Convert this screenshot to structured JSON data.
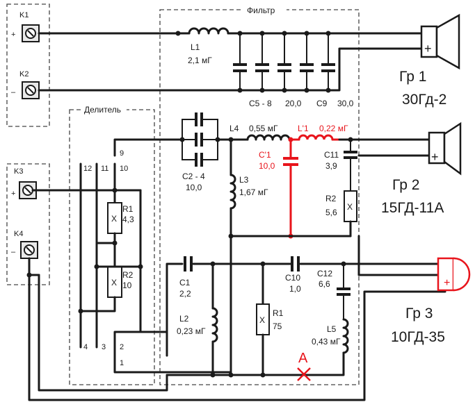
{
  "filter_label": "Фильтр",
  "divider_label": "Делитель",
  "terminals": {
    "k1": "K1",
    "k2": "K2",
    "k3": "K3",
    "k4": "K4",
    "plus": "+",
    "minus": "–"
  },
  "components": {
    "L1": {
      "name": "L1",
      "value": "2,1 мГ"
    },
    "C5_8": {
      "name": "C5 - 8",
      "value": "20,0"
    },
    "C9": {
      "name": "C9",
      "value": "30,0"
    },
    "C2_4": {
      "name": "C2 - 4",
      "value": "10,0"
    },
    "L4": {
      "name": "L4",
      "value": "0,55 мГ"
    },
    "L1p": {
      "name": "L'1",
      "value": "0,22 мГ"
    },
    "C1p": {
      "name": "C'1",
      "value": "10,0"
    },
    "C11": {
      "name": "C11",
      "value": "3,9"
    },
    "L3": {
      "name": "L3",
      "value": "1,67 мГ"
    },
    "R2f": {
      "name": "R2",
      "value": "5,6"
    },
    "R1d": {
      "name": "R1",
      "value": "4,3"
    },
    "R2d": {
      "name": "R2",
      "value": "10"
    },
    "C1": {
      "name": "C1",
      "value": "2,2"
    },
    "C10": {
      "name": "C10",
      "value": "1,0"
    },
    "C12": {
      "name": "C12",
      "value": "6,6"
    },
    "L2": {
      "name": "L2",
      "value": "0,23 мГ"
    },
    "R1f": {
      "name": "R1",
      "value": "75"
    },
    "L5": {
      "name": "L5",
      "value": "0,43 мГ"
    }
  },
  "divider_pins": [
    "1",
    "2",
    "3",
    "4",
    "9",
    "10",
    "11",
    "12"
  ],
  "resistor_mark": "X",
  "point_a": "A",
  "speakers": {
    "gr1": {
      "name": "Гр 1",
      "model": "30Гд-2"
    },
    "gr2": {
      "name": "Гр 2",
      "model": "15ГД-11А"
    },
    "gr3": {
      "name": "Гр 3",
      "model": "10ГД-35"
    },
    "plus": "+"
  }
}
